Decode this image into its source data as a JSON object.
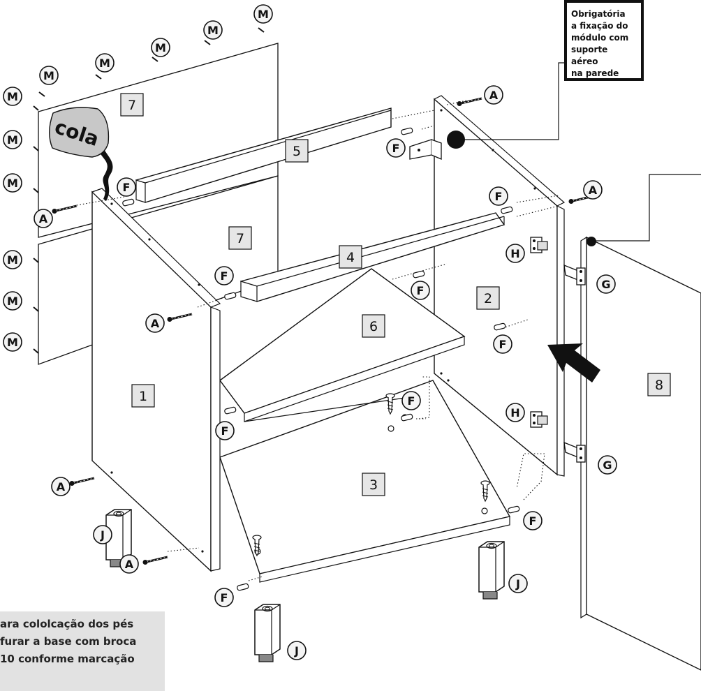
{
  "notes": {
    "wall_support": [
      "Obrigatória",
      "a fixação do",
      "módulo com",
      "suporte aéreo",
      "na parede"
    ],
    "feet_drilling": [
      "ara cololcação dos pés",
      "furar a base com broca",
      "10 conforme marcação"
    ]
  },
  "glue_label": "cola",
  "part_numbers": {
    "side_left": "1",
    "side_right": "2",
    "base": "3",
    "rail_front": "4",
    "rail_back": "5",
    "shelf": "6",
    "back_panel_upper": "7",
    "back_panel_lower": "7",
    "door": "8"
  },
  "hardware_letters": {
    "screw": "A",
    "dowel": "F",
    "hinge_plate": "G",
    "hinge": "H",
    "foot": "J",
    "nail": "M"
  },
  "colors": {
    "line": "#111111",
    "panel_fill": "#ffffff",
    "label_box_fill": "#e6e6e6",
    "note_fill": "#e2e2e2",
    "cola_fill": "#c8c8c8"
  }
}
